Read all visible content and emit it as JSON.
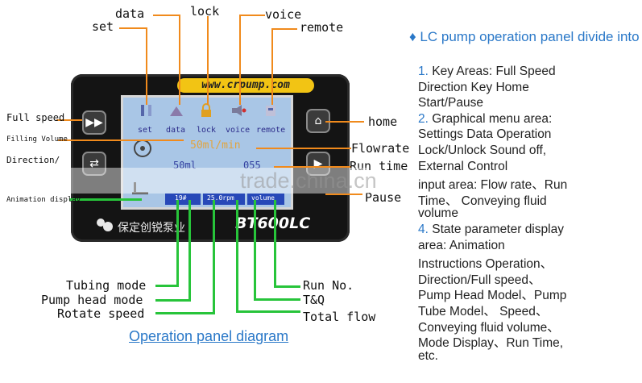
{
  "top_labels": {
    "set": "set",
    "data": "data",
    "lock": "lock",
    "voice": "voice",
    "remote": "remote"
  },
  "left_labels": {
    "full_speed": "Full speed",
    "filling_volume": "Filling Volume",
    "direction": "Direction/",
    "animation_display": "Animation display"
  },
  "right_labels": {
    "home": "home",
    "flowrate": "Flowrate",
    "run_time": "Run time",
    "pause": "Pause"
  },
  "bottom_left_labels": {
    "tubing_mode": "Tubing mode",
    "pump_head_mode": "Pump head mode",
    "rotate_speed": "Rotate speed"
  },
  "bottom_right_labels": {
    "run_no": "Run No.",
    "tq": "T&Q",
    "total_flow": "Total flow"
  },
  "device": {
    "url": "www.crpump.com",
    "brand": "保定创锐泵业",
    "model": "BT600LC",
    "menu": [
      "set",
      "data",
      "lock",
      "voice",
      "remote"
    ],
    "flow": "50ml/min",
    "volume": "50ml",
    "time_partial": "055",
    "status": {
      "tube": "19#",
      "speed": "25.0rpm",
      "mode": "volume"
    }
  },
  "caption": "Operation panel diagram",
  "watermark": "trade.china.cn",
  "right_text": {
    "heading": "LC pump operation panel divide into",
    "lines": [
      {
        "num": "1.",
        "text": " Key Areas: Full Speed"
      },
      {
        "num": "",
        "text": "Direction  Key  Home"
      },
      {
        "num": "",
        "text": "Start/Pause"
      },
      {
        "num": "2.",
        "text": " Graphical menu area:"
      },
      {
        "num": "",
        "text": "Settings Data Operation"
      },
      {
        "num": "",
        "text": "Lock/Unlock  Sound  off,"
      },
      {
        "num": "",
        "text": "External Control"
      },
      {
        "num": "",
        "text": "input area: Flow rate、Run"
      },
      {
        "num": "",
        "text": "Time、  Conveying  fluid"
      },
      {
        "num": "",
        "text": "volume"
      },
      {
        "num": "4.",
        "text": " State parameter display"
      },
      {
        "num": "",
        "text": "area:  Animation"
      },
      {
        "num": "",
        "text": "Instructions  Operation、"
      },
      {
        "num": "",
        "text": "Direction/Full speed、"
      },
      {
        "num": "",
        "text": "Pump Head Model、Pump"
      },
      {
        "num": "",
        "text": "Tube  Model、  Speed、"
      },
      {
        "num": "",
        "text": "Conveying fluid volume、"
      },
      {
        "num": "",
        "text": "Mode Display、Run Time,"
      },
      {
        "num": "",
        "text": "etc."
      }
    ]
  },
  "colors": {
    "orange": "#f08a1c",
    "green": "#27c43a",
    "screen": "#a9c6e6",
    "url_bar": "#f2c414",
    "caption": "#2a78c8"
  }
}
